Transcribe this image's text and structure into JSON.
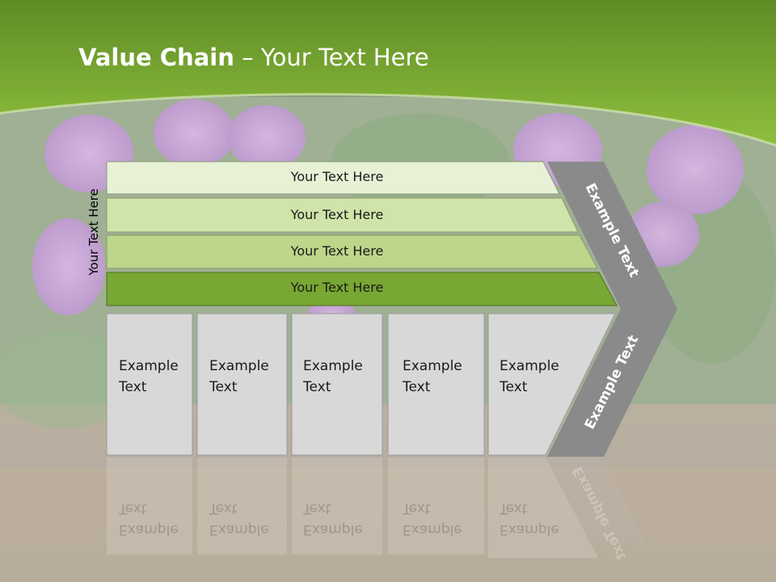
{
  "title": {
    "bold": "Value Chain",
    "rest": " – Your Text Here"
  },
  "side_label": "Your Text Here",
  "rows": [
    {
      "label": "Your Text Here"
    },
    {
      "label": "Your Text Here"
    },
    {
      "label": "Your Text Here"
    },
    {
      "label": "Your Text Here"
    }
  ],
  "boxes": [
    {
      "line1": "Example",
      "line2": "Text"
    },
    {
      "line1": "Example",
      "line2": "Text"
    },
    {
      "line1": "Example",
      "line2": "Text"
    },
    {
      "line1": "Example",
      "line2": "Text"
    },
    {
      "line1": "Example",
      "line2": "Text"
    }
  ],
  "chevron": {
    "top_label": "Example Text",
    "bottom_label": "Example Text"
  },
  "colors": {
    "header_green": "#7aab2e",
    "row1": "#e6f1d6",
    "row2": "#cfe4a9",
    "row3": "#bcd68a",
    "row4": "#78a733",
    "box": "#d8d8d8",
    "chevron": "#8a8a8a"
  }
}
